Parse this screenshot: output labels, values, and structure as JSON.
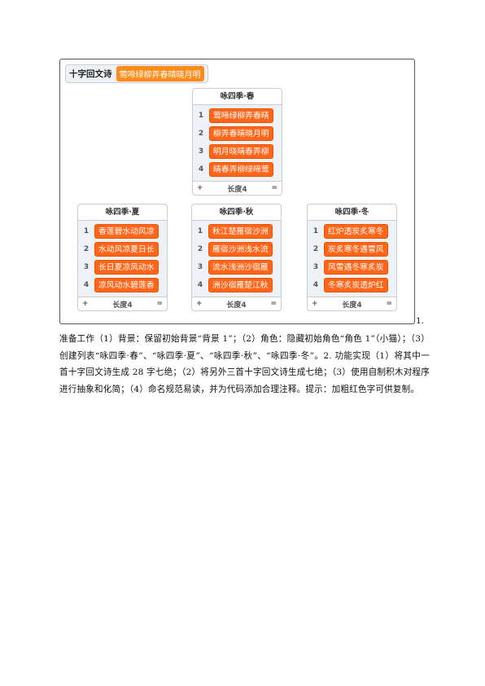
{
  "variable": {
    "name": "十字回文诗",
    "value": "莺啼绿柳弄春晴晓月明"
  },
  "lists": [
    {
      "title": "咏四季·春",
      "items": [
        "莺啼绿柳弄春晴",
        "柳弄春晴晓月明",
        "明月晓晴春弄柳",
        "晴春弄柳绿啼莺"
      ],
      "length_label": "长度4"
    },
    {
      "title": "咏四季·夏",
      "items": [
        "香莲碧水动风凉",
        "水动风凉夏日长",
        "长日夏凉风动水",
        "凉风动水碧莲香"
      ],
      "length_label": "长度4"
    },
    {
      "title": "咏四季·秋",
      "items": [
        "秋江楚雁宿沙洲",
        "雁宿沙洲浅水流",
        "流水浅洲沙宿雁",
        "洲沙宿雁楚江秋"
      ],
      "length_label": "长度4"
    },
    {
      "title": "咏四季·冬",
      "items": [
        "红炉透炭炙寒冬",
        "炭炙寒冬遇雪风",
        "风雪遇冬寒炙炭",
        "冬寒炙炭透炉红"
      ],
      "length_label": "长度4"
    }
  ],
  "list_controls": {
    "add": "+",
    "resize": "="
  },
  "trailing_number": "1.",
  "paragraph": "准备工作（1）背景：保留初始背景“背景 1”；（2）角色：隐藏初始角色“角色 1”（小猫）；（3）创建列表“咏四季·春”、“咏四季·夏”、“咏四季·秋”、“咏四季·冬”。2. 功能实现（1）将其中一首十字回文诗生成 28 字七绝；（2）将另外三首十字回文诗生成七绝；（3）使用自制积木对程序进行抽象和化简；（4）命名规范易读，并为代码添加合理注释。提示：加粗红色字可供复制。"
}
